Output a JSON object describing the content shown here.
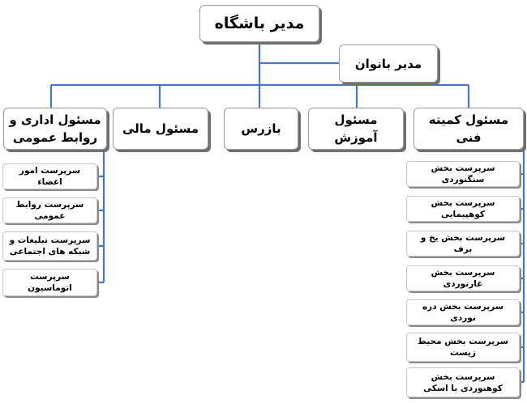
{
  "chart": {
    "root": "مدیر باشگاه",
    "women_manager": "مدیر بانوان",
    "heads": {
      "admin_pr": "مسئول اداری و روابط عمومی",
      "finance": "مسئول مالی",
      "inspector": "بازرس",
      "education": "مسئول آموزش",
      "technical": "مسئول کمیته فنی"
    },
    "admin_subs": [
      "سرپرست امور اعضاء",
      "سرپرست روابط عمومی",
      "سرپرست تبلیغات و شبکه های اجتماعی",
      "سرپرست اتوماسیون"
    ],
    "technical_subs": [
      "سرپرست بخش سنگنوردی",
      "سرپرست بخش کوهپیمایی",
      "سرپرست بخش یخ و برف",
      "سرپرست بخش غارنوردی",
      "سرپرست بخش دره نوردی",
      "سرپرست بخش محیط زیست",
      "سرپرست بخش کوهنوردی با اسکی"
    ]
  },
  "colors": {
    "connector": "#4a74c4",
    "border": "#c6c6c6",
    "shadow": "#6f6f6f"
  }
}
